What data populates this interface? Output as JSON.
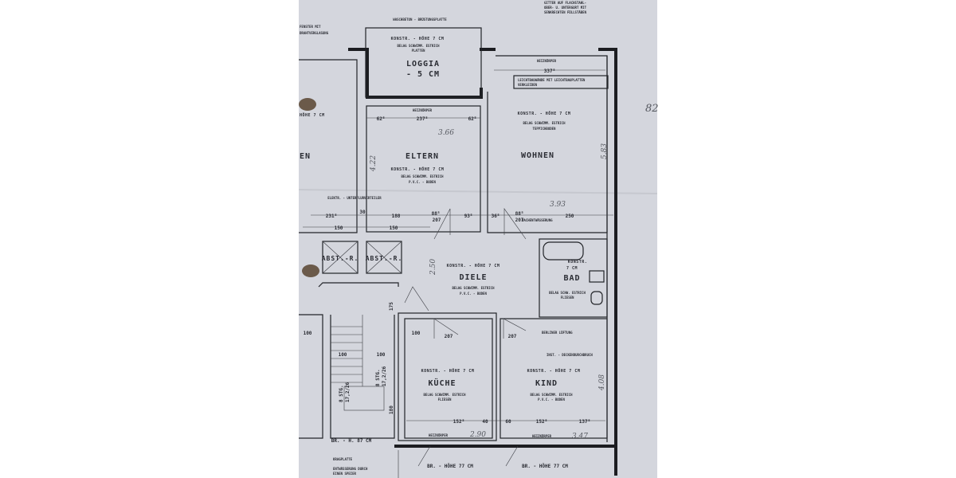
{
  "document": {
    "paper_color": "#d4d6dd",
    "ink_color": "#222428",
    "rooms": {
      "loggia": {
        "name": "LOGGIA",
        "level": "- 5 CM",
        "height": "KONSTR. - HÖHE 7 CM",
        "floor": "BELAG SCHWIMM. ESTRICH",
        "floor2": "PLATTEN"
      },
      "eltern": {
        "name": "ELTERN",
        "height": "KONSTR. - HÖHE 7 CM",
        "floor": "BELAG SCHWIMM. ESTRICH",
        "floor2": "P.V.C. - BODEN",
        "width": "3.66",
        "length": "4.22"
      },
      "wohnen": {
        "name": "WOHNEN",
        "height": "KONSTR. - HÖHE 7 CM",
        "floor": "BELAG SCHWIMM. ESTRICH",
        "floor2": "TEPPICHBODEN",
        "width": "3.93",
        "length": "5.83"
      },
      "diele": {
        "name": "DIELE",
        "height": "KONSTR. - HÖHE 7 CM",
        "floor": "BELAG SCHWIMM. ESTRICH",
        "floor2": "P.V.C. - BODEN",
        "length": "2.50"
      },
      "bad": {
        "name": "BAD",
        "height": "KONSTR.",
        "height2": "7 CM",
        "floor": "BELAG SCHW. ESTRICH",
        "floor2": "FLIESEN"
      },
      "kueche": {
        "name": "KÜCHE",
        "height": "KONSTR. - HÖHE 7 CM",
        "floor": "BELAG SCHWIMM. ESTRICH",
        "floor2": "FLIESEN",
        "width": "2.90"
      },
      "kind": {
        "name": "KIND",
        "height": "KONSTR. - HÖHE 7 CM",
        "floor": "BELAG SCHWIMM. ESTRICH",
        "floor2": "P.V.C. - BODEN",
        "width": "3.47",
        "length": "4.08"
      },
      "abst1": {
        "name": "ABST.-R."
      },
      "abst2": {
        "name": "ABST.-R."
      },
      "left_room": {
        "name": "EN",
        "height": "HÖHE 7 CM"
      }
    },
    "notes": {
      "top_brustung": "WASCHBETON - BRÜSTUNGSPLATTE",
      "top_right_1": "GITTER AUF FLACHSTAHL-",
      "top_right_2": "OBER- U. UNTERGURT MIT",
      "top_right_3": "SENKRECHTEN FÜLLSTÄBEN",
      "top_left": "FENSTER MIT",
      "top_left2": "DRAHTVERGLASUNG",
      "heizkoerper_eltern": "HEIZKÖRPER",
      "heizkoerper_wohnen": "HEIZKÖRPER",
      "leichtbau": "LEICHTBAUWÄNDE MIT LEICHTBAUPLATTEN",
      "leichtbau2": "VERKLEIDEN",
      "elektro": "ELEKTR. - UNTERFLURVERTEILER",
      "dachentwaesserung": "DACHENTWÄSSERUNG",
      "bad_lueftung": "BERLINER LÜFTUNG",
      "deckendurchbruch": "INST. - DECKENDURCHBRUCH",
      "heizkoerper_kueche": "HEIZKÖRPER",
      "heizkoerper_kind": "HEIZKÖRPER",
      "br_hoehe_kueche": "BR. - HÖHE 77 CM",
      "br_hoehe_kind": "BR. - HÖHE 77 CM",
      "br_hoehe_stair": "BR. - H. 87 CM",
      "stair_1": "8 STG.",
      "stair_1b": "17,2/26",
      "stair_2": "8 STG.",
      "stair_2b": "17,2/26",
      "bottom_left": "KRAGPLATTE",
      "bottom_left2": "ENTWÄSSERUNG DURCH",
      "bottom_left3": "EINEN SPEIER",
      "margin_number": "82"
    },
    "dimensions": {
      "eltern_top": "237⁵",
      "eltern_l": "62⁵",
      "eltern_r": "62⁵",
      "wohnen_top": "337⁵",
      "d_231": "231⁵",
      "d_30": "30",
      "d_188": "188",
      "d_150a": "150",
      "d_150b": "150",
      "d_88a": "88⁵",
      "d_207a": "207",
      "d_93": "93⁵",
      "d_36": "36⁵",
      "d_88b": "88⁵",
      "d_207b": "207",
      "d_250": "250",
      "d_100a": "100",
      "d_100b": "100",
      "d_100c": "100",
      "d_100d": "100",
      "d_175": "175",
      "d_180": "180",
      "k_152a": "152⁵",
      "k_40": "40",
      "k_60": "60",
      "k_152b": "152⁵",
      "k_137": "137⁵",
      "d_207c": "207",
      "d_207d": "207"
    }
  }
}
